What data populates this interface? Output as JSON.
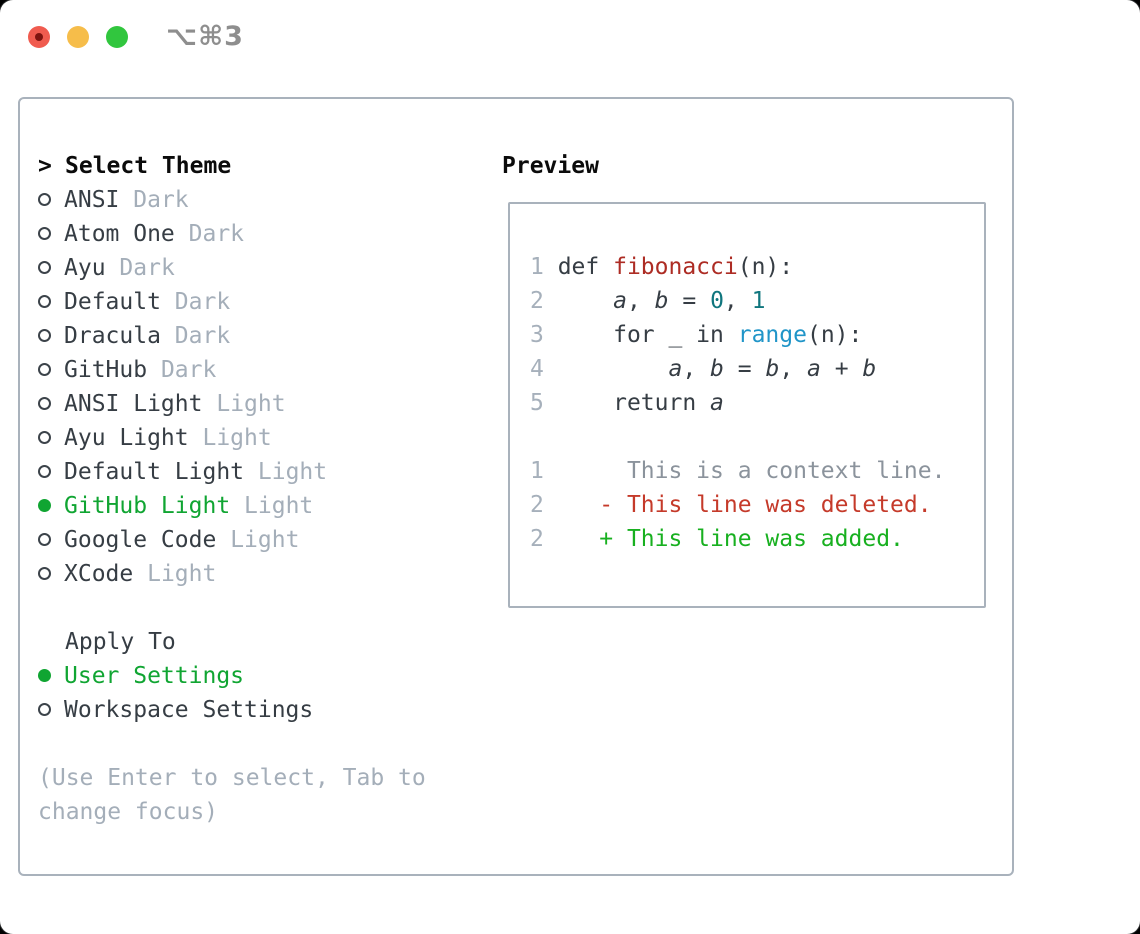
{
  "window": {
    "title": "⌥⌘3"
  },
  "traffic_lights": {
    "close_color": "#f05b4f",
    "close_dot_color": "#7e1410",
    "minimize_color": "#f6bd4a",
    "zoom_color": "#31c63e"
  },
  "theme_panel": {
    "prompt": ">",
    "header": "Select Theme",
    "items": [
      {
        "name": "ANSI",
        "variant": "Dark",
        "selected": false
      },
      {
        "name": "Atom One",
        "variant": "Dark",
        "selected": false
      },
      {
        "name": "Ayu",
        "variant": "Dark",
        "selected": false
      },
      {
        "name": "Default",
        "variant": "Dark",
        "selected": false
      },
      {
        "name": "Dracula",
        "variant": "Dark",
        "selected": false
      },
      {
        "name": "GitHub",
        "variant": "Dark",
        "selected": false
      },
      {
        "name": "ANSI Light",
        "variant": "Light",
        "selected": false
      },
      {
        "name": "Ayu Light",
        "variant": "Light",
        "selected": false
      },
      {
        "name": "Default Light",
        "variant": "Light",
        "selected": false
      },
      {
        "name": "GitHub Light",
        "variant": "Light",
        "selected": true
      },
      {
        "name": "Google Code",
        "variant": "Light",
        "selected": false
      },
      {
        "name": "XCode",
        "variant": "Light",
        "selected": false
      }
    ]
  },
  "apply_panel": {
    "header": "Apply To",
    "options": [
      {
        "label": "User Settings",
        "selected": true
      },
      {
        "label": "Workspace Settings",
        "selected": false
      }
    ]
  },
  "help": {
    "lines": [
      "(Use Enter to select, Tab to",
      "change focus)"
    ]
  },
  "preview": {
    "header": "Preview",
    "lines": [
      [
        {
          "t": "1 ",
          "c": "num"
        },
        {
          "t": "def ",
          "c": "code"
        },
        {
          "t": "fibonacci",
          "c": "func"
        },
        {
          "t": "(n):",
          "c": "code"
        }
      ],
      [
        {
          "t": "2 ",
          "c": "num"
        },
        {
          "t": "    ",
          "c": "code"
        },
        {
          "t": "a",
          "c": "code",
          "i": true
        },
        {
          "t": ", ",
          "c": "code"
        },
        {
          "t": "b",
          "c": "code",
          "i": true
        },
        {
          "t": " = ",
          "c": "code"
        },
        {
          "t": "0",
          "c": "number"
        },
        {
          "t": ", ",
          "c": "code"
        },
        {
          "t": "1",
          "c": "number"
        }
      ],
      [
        {
          "t": "3 ",
          "c": "num"
        },
        {
          "t": "    for _ in ",
          "c": "code"
        },
        {
          "t": "range",
          "c": "builtin"
        },
        {
          "t": "(n):",
          "c": "code"
        }
      ],
      [
        {
          "t": "4 ",
          "c": "num"
        },
        {
          "t": "        ",
          "c": "code"
        },
        {
          "t": "a",
          "c": "code",
          "i": true
        },
        {
          "t": ", ",
          "c": "code"
        },
        {
          "t": "b",
          "c": "code",
          "i": true
        },
        {
          "t": " = ",
          "c": "code"
        },
        {
          "t": "b",
          "c": "code",
          "i": true
        },
        {
          "t": ", ",
          "c": "code"
        },
        {
          "t": "a",
          "c": "code",
          "i": true
        },
        {
          "t": " + ",
          "c": "code"
        },
        {
          "t": "b",
          "c": "code",
          "i": true
        }
      ],
      [
        {
          "t": "5 ",
          "c": "num"
        },
        {
          "t": "    return ",
          "c": "code"
        },
        {
          "t": "a",
          "c": "code",
          "i": true
        }
      ],
      [],
      [
        {
          "t": "1",
          "c": "num"
        },
        {
          "t": "      This is a context line.",
          "c": "context"
        }
      ],
      [
        {
          "t": "2",
          "c": "num"
        },
        {
          "t": "    ",
          "c": "code"
        },
        {
          "t": "- This line was deleted.",
          "c": "deleted"
        }
      ],
      [
        {
          "t": "2",
          "c": "num"
        },
        {
          "t": "    ",
          "c": "code"
        },
        {
          "t": "+ This line was added.",
          "c": "added"
        }
      ]
    ]
  },
  "colors": {
    "header_text": "#0b0b0b",
    "item_text": "#363d44",
    "muted_text": "#a4aeb9",
    "selected_green": "#10a532",
    "title_gray": "#8e8e8e",
    "border_gray": "#a9b2bc",
    "code": "#363d44",
    "num": "#a6b0bb",
    "func": "#ad2c24",
    "number": "#10767e",
    "builtin": "#2095c8",
    "context": "#8b939c",
    "deleted": "#c53a2a",
    "added": "#18b020"
  }
}
